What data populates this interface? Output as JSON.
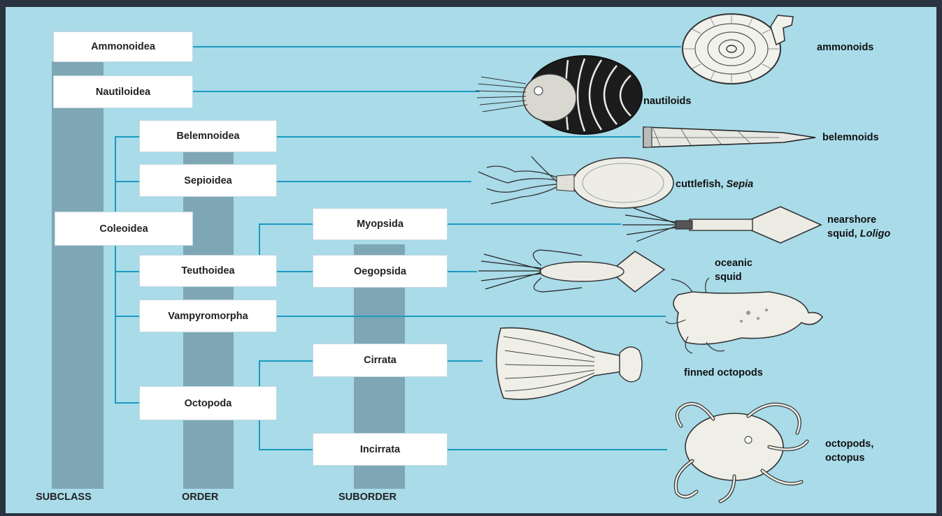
{
  "columns": {
    "subclass": "SUBCLASS",
    "order": "ORDER",
    "suborder": "SUBORDER"
  },
  "taxa": {
    "ammonoidea": "Ammonoidea",
    "nautiloidea": "Nautiloidea",
    "coleoidea": "Coleoidea",
    "belemnoidea": "Belemnoidea",
    "sepioidea": "Sepioidea",
    "teuthoidea": "Teuthoidea",
    "vampyromorpha": "Vampyromorpha",
    "octopoda": "Octopoda",
    "myopsida": "Myopsida",
    "oegopsida": "Oegopsida",
    "cirrata": "Cirrata",
    "incirrata": "Incirrata"
  },
  "captions": {
    "ammonoids": "ammonoids",
    "nautiloids": "nautiloids",
    "belemnoids": "belemnoids",
    "cuttlefish": "cuttlefish,",
    "cuttlefish_genus": "Sepia",
    "nearshore_line1": "nearshore",
    "nearshore_line2": "squid,",
    "nearshore_genus": "Loligo",
    "oceanic_line1": "oceanic",
    "oceanic_line2": "squid",
    "finned_octopods": "finned octopods",
    "octopods_line1": "octopods,",
    "octopods_line2": "octopus"
  },
  "colors": {
    "background": "#a9dbe9",
    "connector": "#1a9ac0",
    "column_bar": "#7fa6b5",
    "frame": "#2a3340"
  }
}
